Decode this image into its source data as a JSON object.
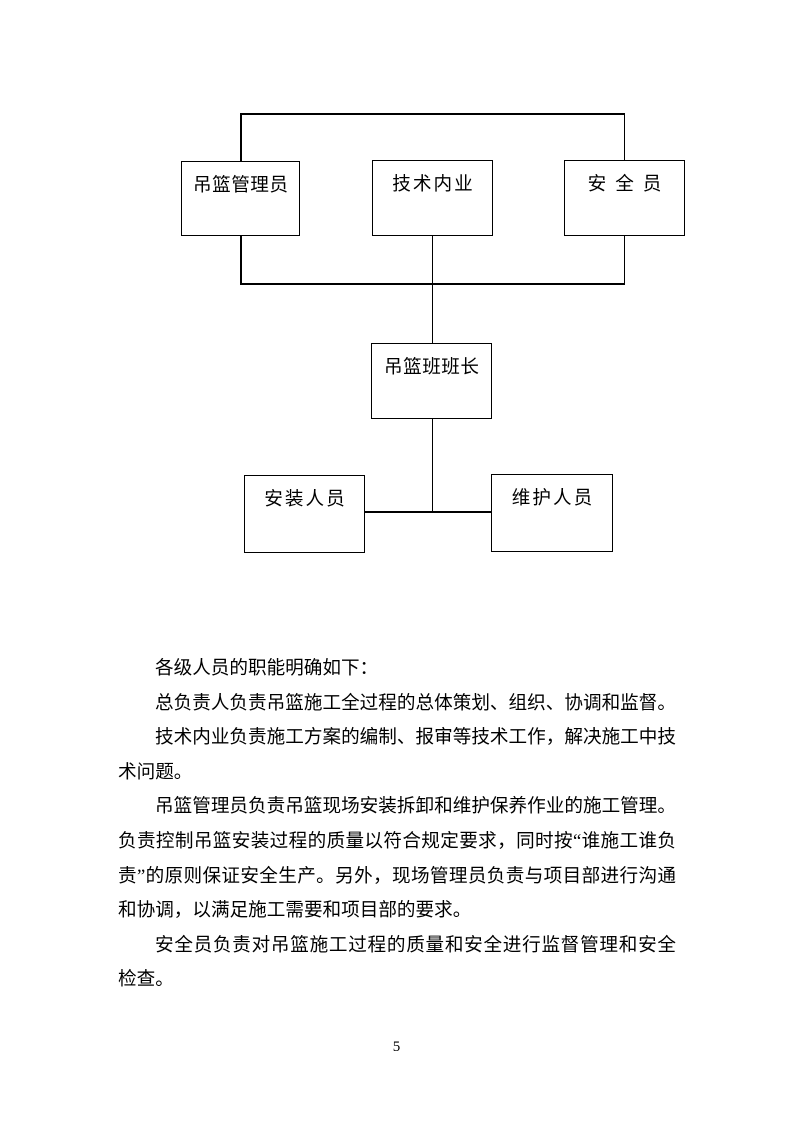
{
  "page": {
    "number": "5",
    "background": "#ffffff",
    "line_color": "#000000"
  },
  "diagram": {
    "boxes": [
      {
        "label": "吊篮管理员"
      },
      {
        "label": "技术内业"
      },
      {
        "label": "安全员"
      },
      {
        "label": "吊篮班班长"
      },
      {
        "label": "安装人员"
      },
      {
        "label": "维护人员"
      }
    ]
  },
  "body": {
    "lines": [
      {
        "text": "各级人员的职能明确如下："
      },
      {
        "text": "总负责人负责吊篮施工全过程的总体策划、组织、协调和监督。"
      },
      {
        "text": "技术内业负责施工方案的编制、报审等技术工作，解决施工中技"
      },
      {
        "text": "术问题。"
      },
      {
        "text": "吊篮管理员负责吊篮现场安装拆卸和维护保养作业的施工管理。"
      },
      {
        "text": "负责控制吊篮安装过程的质量以符合规定要求，同时按“谁施工谁负"
      },
      {
        "text": "责”的原则保证安全生产。另外，现场管理员负责与项目部进行沟通"
      },
      {
        "text": "和协调，以满足施工需要和项目部的要求。"
      },
      {
        "text": "安全员负责对吊篮施工过程的质量和安全进行监督管理和安全"
      },
      {
        "text": "检查。"
      }
    ]
  }
}
